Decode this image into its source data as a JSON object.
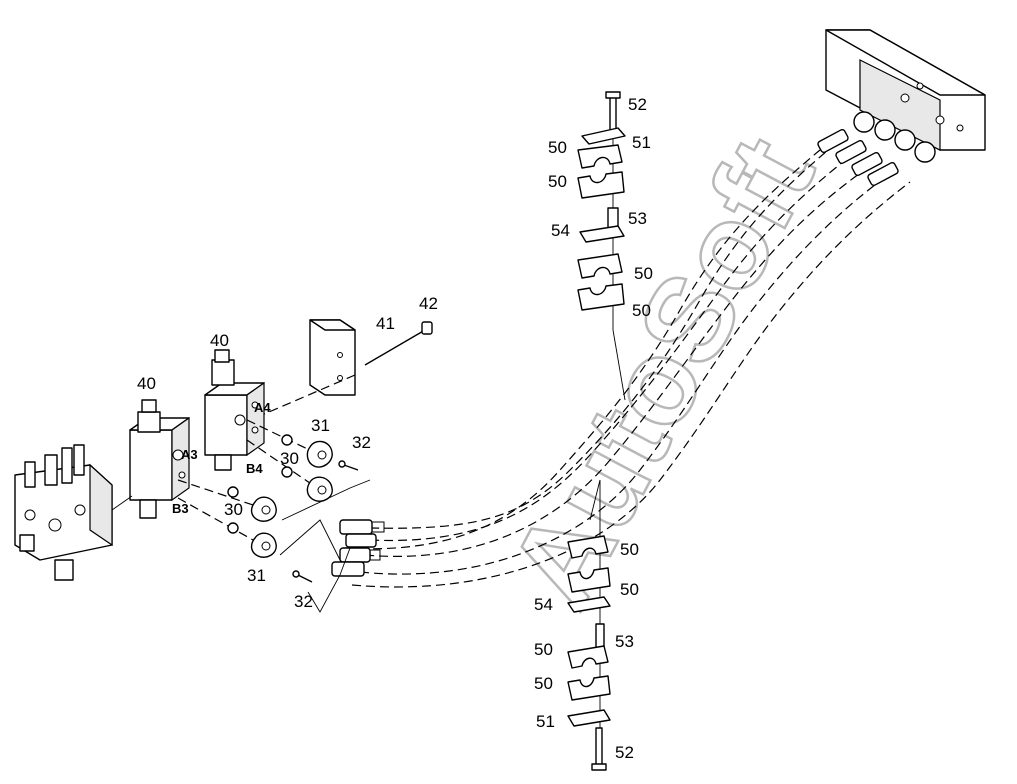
{
  "watermark": "AutoSoft",
  "callouts": {
    "c52_top": "52",
    "c51_top": "51",
    "c50_a": "50",
    "c50_b": "50",
    "c53_top": "53",
    "c54_top": "54",
    "c50_c": "50",
    "c50_d": "50",
    "c42": "42",
    "c41": "41",
    "c40_left": "40",
    "c40_right": "40",
    "c31_upper": "31",
    "c32_upper": "32",
    "c30_upper": "30",
    "c30_lower": "30",
    "c31_lower": "31",
    "c32_lower": "32",
    "c50_e": "50",
    "c50_f": "50",
    "c54_bottom": "54",
    "c53_bottom": "53",
    "c50_g": "50",
    "c50_h": "50",
    "c51_bottom": "51",
    "c52_bottom": "52"
  },
  "ports": {
    "a4": "A4",
    "a3": "A3",
    "b4": "B4",
    "b3": "B3"
  },
  "colors": {
    "line": "#000000",
    "watermark": "#b8b8b8",
    "background": "#ffffff"
  }
}
